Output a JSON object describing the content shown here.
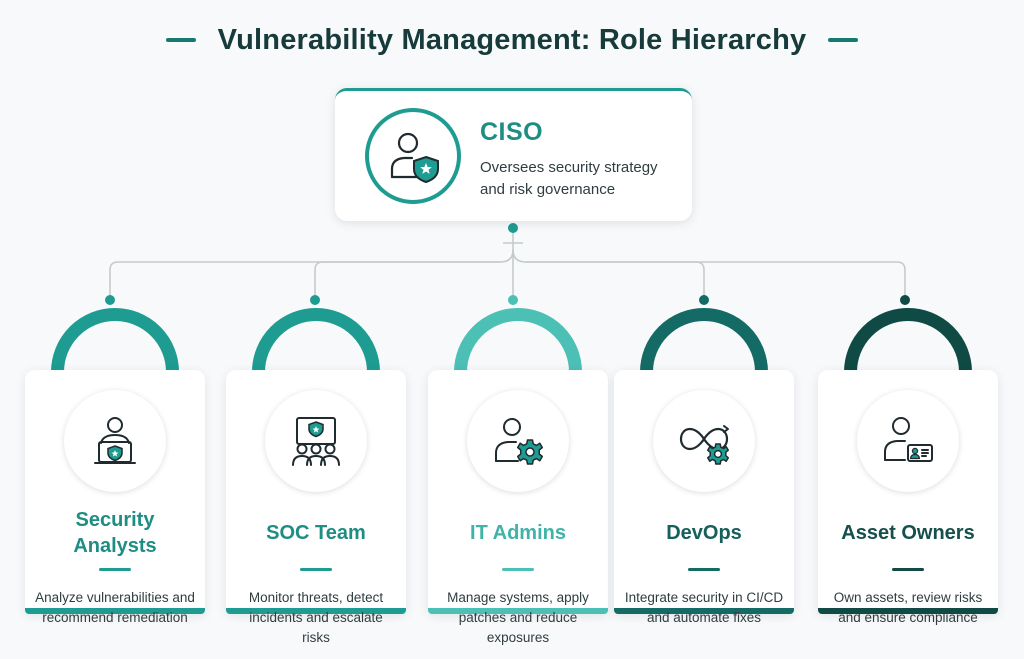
{
  "title": "Vulnerability Management: Role Hierarchy",
  "root": {
    "name": "CISO",
    "description": "Oversees security strategy and risk governance",
    "icon": "user-shield-icon",
    "color": "#1e9c91"
  },
  "roles": [
    {
      "name": "Security Analysts",
      "description": "Analyze vulnerabilities and recommend remediation",
      "icon": "analyst-laptop-shield-icon",
      "accent": "#1e9c91",
      "text_color": "#1e8d84"
    },
    {
      "name": "SOC Team",
      "description": "Monitor threats, detect incidents and escalate risks",
      "icon": "soc-team-monitor-icon",
      "accent": "#1e9c91",
      "text_color": "#1e8d84"
    },
    {
      "name": "IT Admins",
      "description": "Manage systems, apply patches and reduce exposures",
      "icon": "admin-gear-icon",
      "accent": "#4cc0b5",
      "text_color": "#3fb3a8"
    },
    {
      "name": "DevOps",
      "description": "Integrate security in CI/CD and automate fixes",
      "icon": "devops-infinity-gear-icon",
      "accent": "#146b66",
      "text_color": "#175f5b"
    },
    {
      "name": "Asset Owners",
      "description": "Own assets, review risks and ensure compliance",
      "icon": "asset-owner-id-card-icon",
      "accent": "#0f4a45",
      "text_color": "#16504c"
    }
  ]
}
